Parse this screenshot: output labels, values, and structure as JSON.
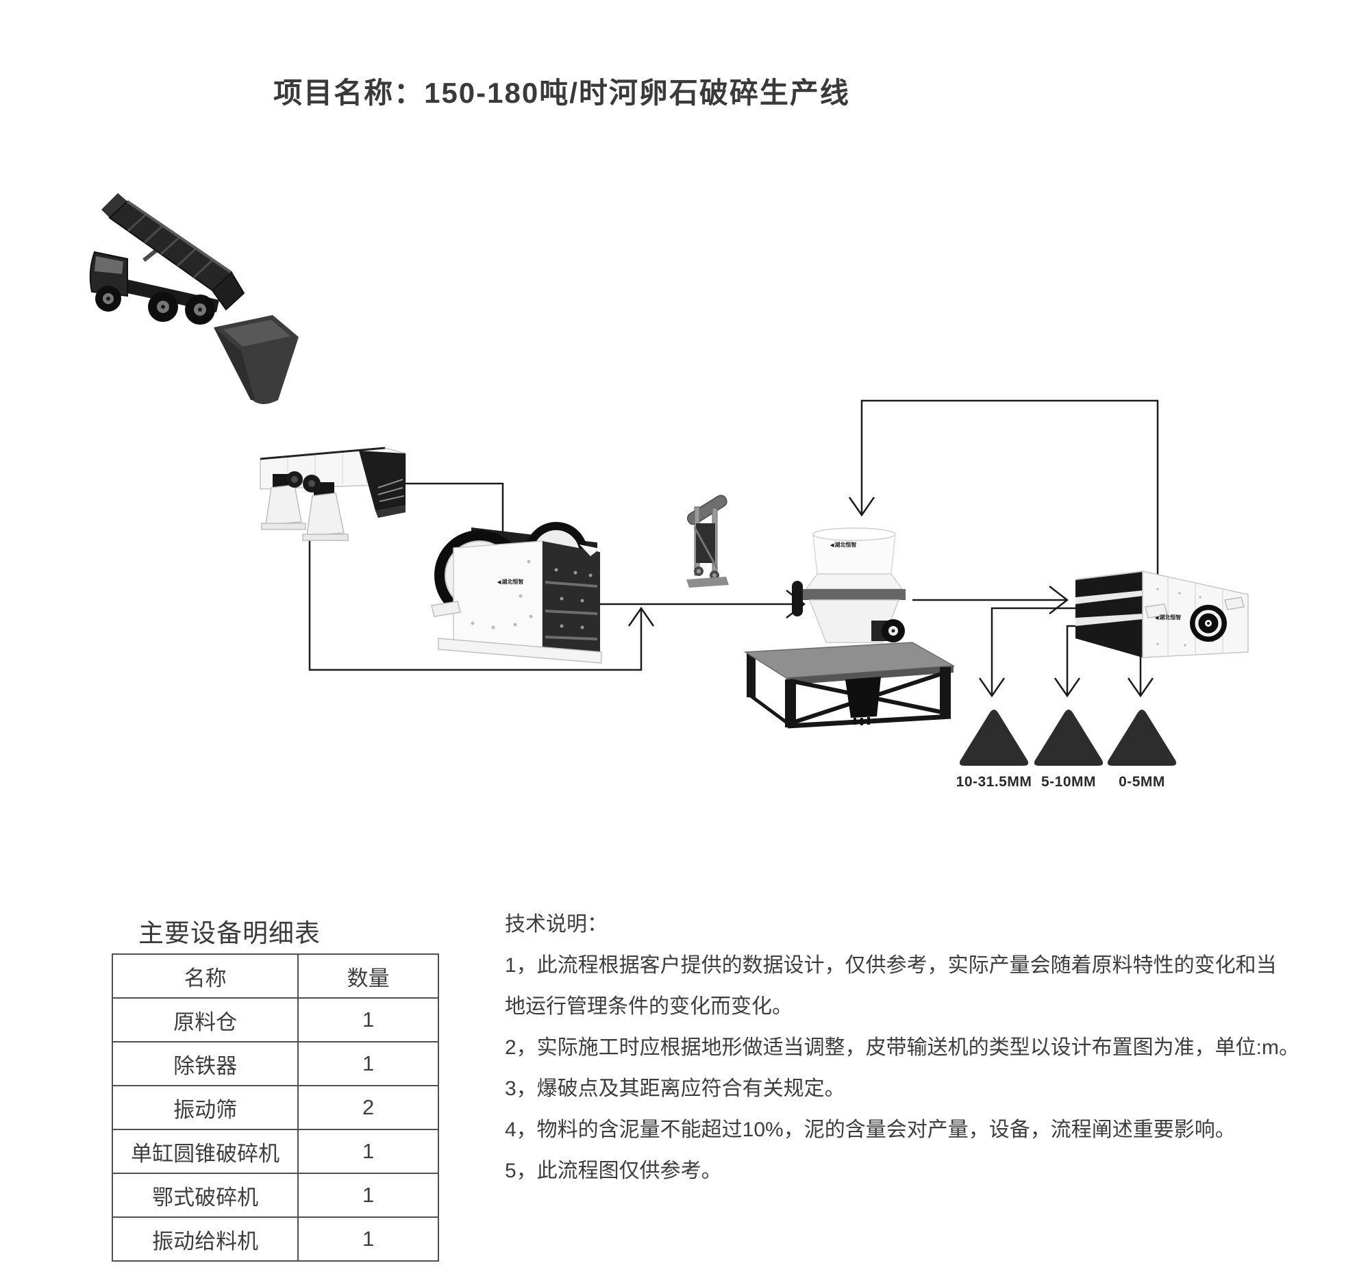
{
  "page": {
    "background": "#ffffff",
    "title": "项目名称：150-180吨/时河卵石破碎生产线"
  },
  "brand_label": "湖北恒智",
  "flow": {
    "piles": [
      {
        "label": "10-31.5MM"
      },
      {
        "label": "5-10MM"
      },
      {
        "label": "0-5MM"
      }
    ],
    "icons": {
      "dump_truck": "dump-truck",
      "feed_hopper": "feed-hopper",
      "vibrating_feeder": "vibrating-feeder",
      "jaw_crusher": "jaw-crusher",
      "iron_remover": "iron-remover",
      "cone_crusher": "cone-crusher",
      "vibrating_screen": "vibrating-screen",
      "stockpile": "stockpile-triangle"
    }
  },
  "equipment_table": {
    "title": "主要设备明细表",
    "headers": [
      "名称",
      "数量"
    ],
    "rows": [
      [
        "原料仓",
        "1"
      ],
      [
        "除铁器",
        "1"
      ],
      [
        "振动筛",
        "2"
      ],
      [
        "单缸圆锥破碎机",
        "1"
      ],
      [
        "鄂式破碎机",
        "1"
      ],
      [
        "振动给料机",
        "1"
      ]
    ]
  },
  "tech_notes": {
    "title": "技术说明：",
    "lines": [
      "1，此流程根据客户提供的数据设计，仅供参考，实际产量会随着原料特性的变化和当",
      "地运行管理条件的变化而变化。",
      "2，实际施工时应根据地形做适当调整，皮带输送机的类型以设计布置图为准，单位:m。",
      "3，爆破点及其距离应符合有关规定。",
      "4，物料的含泥量不能超过10%，泥的含量会对产量，设备，流程阐述重要影响。",
      "5，此流程图仅供参考。"
    ]
  },
  "colors": {
    "text": "#3c3c3c",
    "line": "#1b1b1b",
    "pile": "#2d2d2d",
    "table_border": "#4f4f4f"
  }
}
